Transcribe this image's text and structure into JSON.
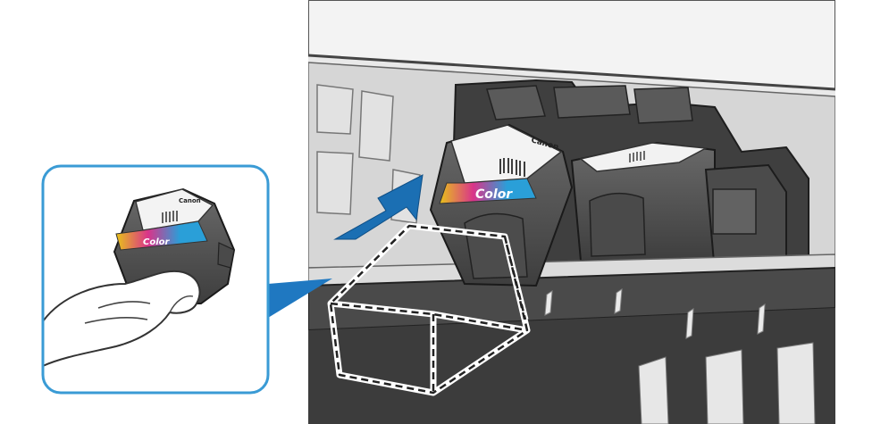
{
  "illustration": {
    "cartridge_brand": "Canon",
    "cartridge_color_label": "Color",
    "inset_brand": "Canon",
    "inset_color_label": "Color"
  },
  "colors": {
    "arrow": "#1b6fb3",
    "inset_border": "#3a9bd5",
    "callout": "#1f78c1",
    "printer_gray": "#cfcfcf",
    "dark_plastic": "#5a5a5a",
    "label_white": "#f4f4f4"
  },
  "icons": {
    "insert_arrow": "arrow-up-right-icon",
    "target_slot": "dashed-outline-icon"
  }
}
